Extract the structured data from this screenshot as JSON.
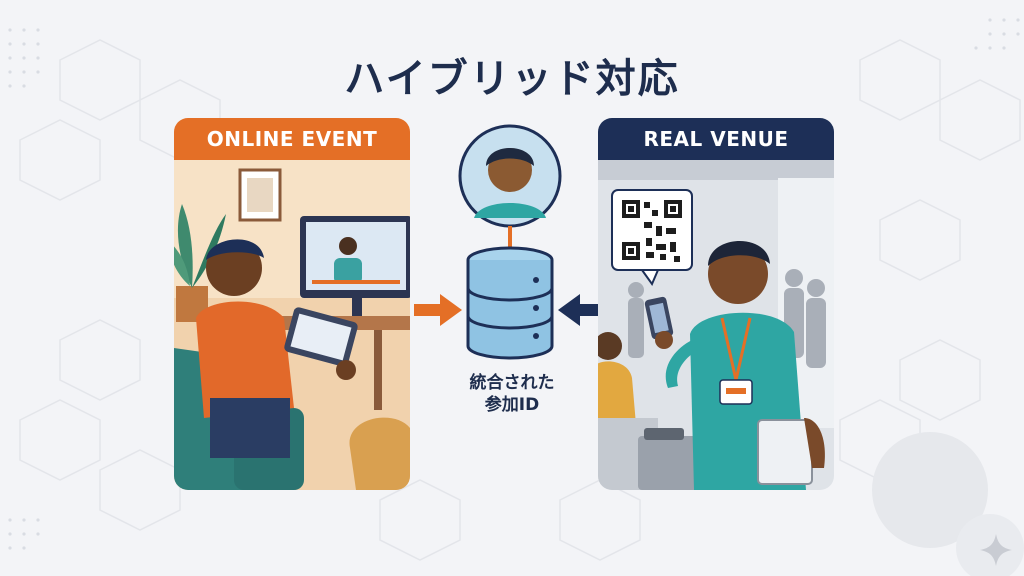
{
  "title": "ハイブリッド対応",
  "online_panel": {
    "header": "ONLINE EVENT"
  },
  "venue_panel": {
    "header": "REAL VENUE"
  },
  "center": {
    "label_line1": "統合された",
    "label_line2": "参加ID"
  },
  "colors": {
    "accent_orange": "#e46f26",
    "accent_navy": "#1d2f57",
    "title": "#1e2d4d",
    "database": "#8fc3e3",
    "teal": "#2a9a9a"
  },
  "icons": [
    "user-avatar-icon",
    "database-icon",
    "arrow-right-icon",
    "arrow-left-icon",
    "qr-code-icon",
    "sparkle-icon"
  ]
}
